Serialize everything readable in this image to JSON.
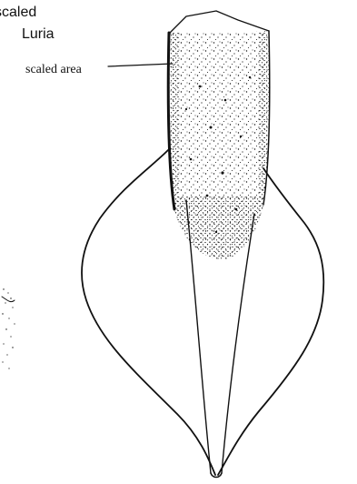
{
  "caption": {
    "line1": "scaled",
    "line2": "Luria"
  },
  "annotation": {
    "label": "scaled area"
  },
  "colors": {
    "ink": "#111111",
    "background": "#ffffff"
  }
}
